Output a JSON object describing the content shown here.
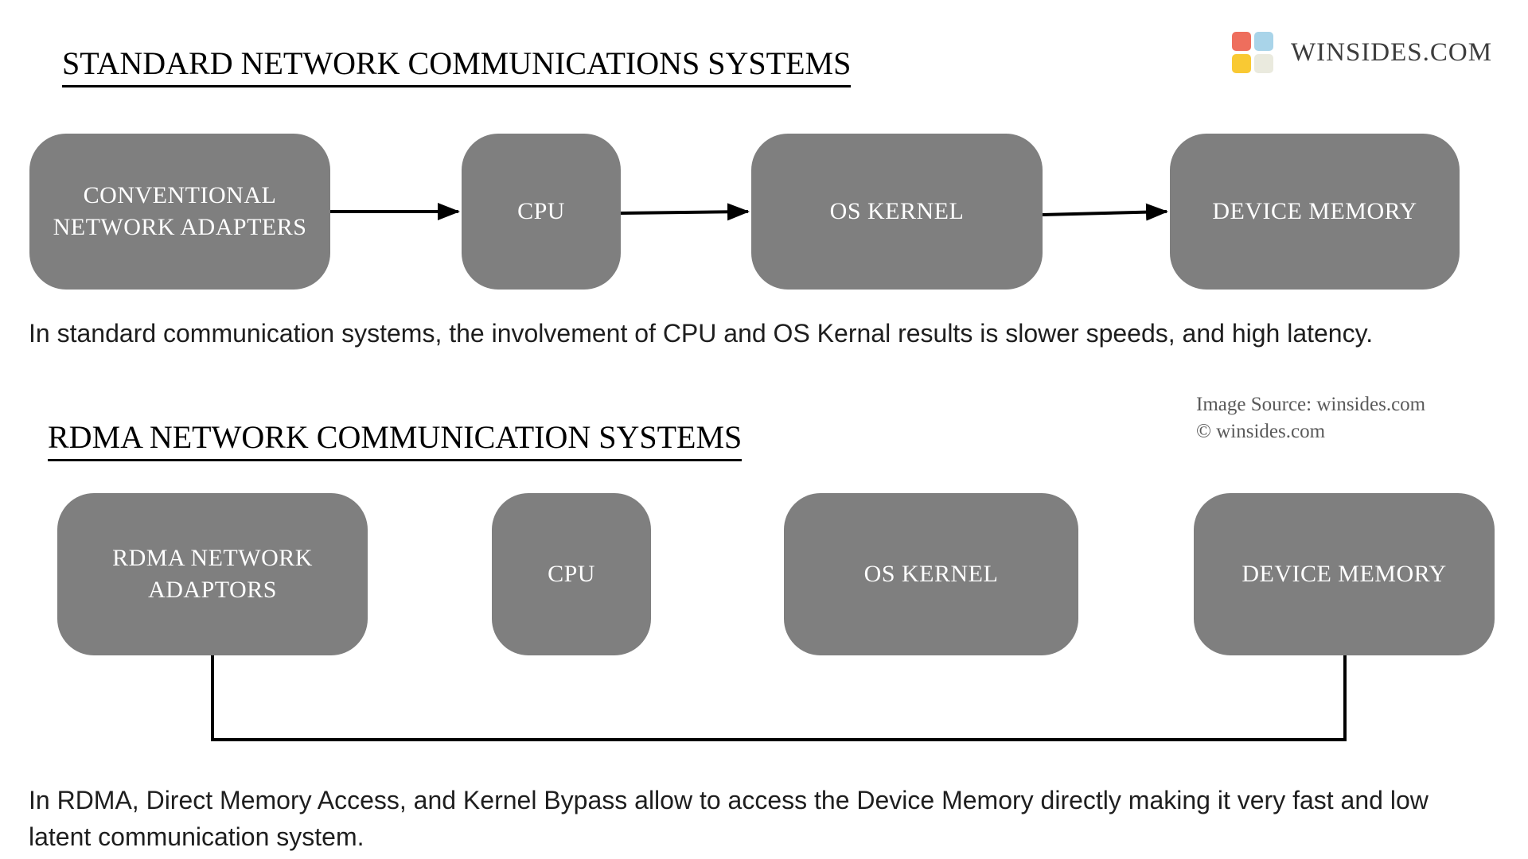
{
  "header": {
    "logo": {
      "text": "WINSIDES.COM",
      "squares": [
        {
          "name": "red-square",
          "color": "#ee6e5d"
        },
        {
          "name": "blue-square",
          "color": "#a9d4e9"
        },
        {
          "name": "yellow-square",
          "color": "#f9c933"
        },
        {
          "name": "beige-square",
          "color": "#eaeade"
        }
      ]
    }
  },
  "standard_section": {
    "title": "STANDARD NETWORK COMMUNICATIONS SYSTEMS",
    "boxes": [
      {
        "label": "CONVENTIONAL NETWORK ADAPTERS"
      },
      {
        "label": "CPU"
      },
      {
        "label": "OS KERNEL"
      },
      {
        "label": "DEVICE MEMORY"
      }
    ],
    "edges": [
      {
        "from": "CONVENTIONAL NETWORK ADAPTERS",
        "to": "CPU",
        "style": "arrow"
      },
      {
        "from": "CPU",
        "to": "OS KERNEL",
        "style": "arrow"
      },
      {
        "from": "OS KERNEL",
        "to": "DEVICE MEMORY",
        "style": "arrow"
      }
    ],
    "description": "In standard communication systems, the involvement of CPU and OS Kernal results is slower speeds, and high latency."
  },
  "credits": {
    "image_source": "Image Source: winsides.com",
    "copyright": "© winsides.com"
  },
  "rdma_section": {
    "title": "RDMA NETWORK COMMUNICATION SYSTEMS",
    "boxes": [
      {
        "label": "RDMA NETWORK ADAPTORS"
      },
      {
        "label": "CPU"
      },
      {
        "label": "OS KERNEL"
      },
      {
        "label": "DEVICE MEMORY"
      }
    ],
    "edges": [
      {
        "from": "RDMA NETWORK ADAPTORS",
        "to": "DEVICE MEMORY",
        "style": "elbow-line-bypass"
      }
    ],
    "description": "In RDMA, Direct Memory Access, and Kernel Bypass allow to access the Device Memory directly making it very fast and low latent communication system."
  },
  "colors": {
    "box_fill": "#7f7f7f",
    "box_text": "#ffffff",
    "line": "#000000",
    "heading_text": "#000000",
    "body_text": "#1e1e1e",
    "credit_text": "#5a5a5a",
    "logo_text": "#3d3d3d"
  }
}
